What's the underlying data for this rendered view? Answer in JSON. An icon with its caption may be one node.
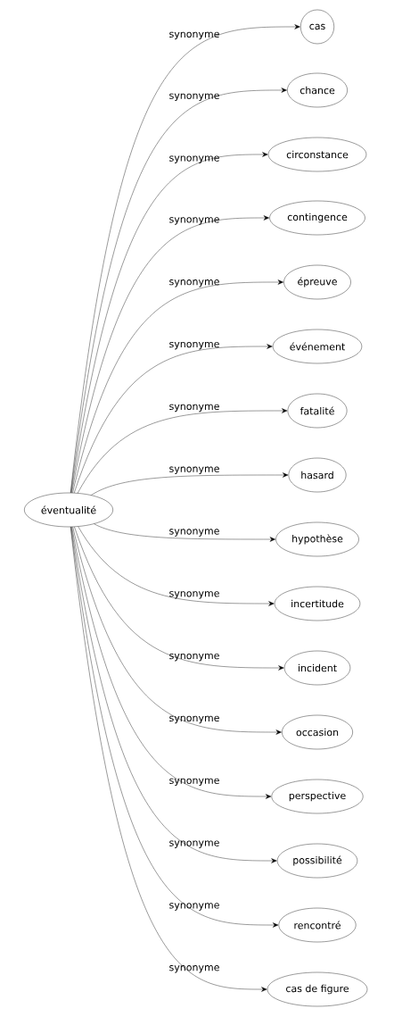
{
  "diagram": {
    "nodes": [
      {
        "text": [
          "éventualité"
        ]
      },
      {
        "text": [
          "cas"
        ]
      },
      {
        "text": [
          "chance"
        ]
      },
      {
        "text": [
          "circonstance"
        ]
      },
      {
        "text": [
          "contingence"
        ]
      },
      {
        "text": [
          "épreuve"
        ]
      },
      {
        "text": [
          "événement"
        ]
      },
      {
        "text": [
          "fatalité"
        ]
      },
      {
        "text": [
          "hasard"
        ]
      },
      {
        "text": [
          "hypothèse"
        ]
      },
      {
        "text": [
          "incertitude"
        ]
      },
      {
        "text": [
          "incident"
        ]
      },
      {
        "text": [
          "occasion"
        ]
      },
      {
        "text": [
          "perspective"
        ]
      },
      {
        "text": [
          "possibilité"
        ]
      },
      {
        "text": [
          "rencontré"
        ]
      },
      {
        "text": [
          "cas de figure"
        ]
      }
    ],
    "edges": [
      {
        "from": 0,
        "to": 1,
        "arrow": "to",
        "label": "synonyme"
      },
      {
        "from": 0,
        "to": 2,
        "arrow": "to",
        "label": "synonyme"
      },
      {
        "from": 0,
        "to": 3,
        "arrow": "to",
        "label": "synonyme"
      },
      {
        "from": 0,
        "to": 4,
        "arrow": "to",
        "label": "synonyme"
      },
      {
        "from": 0,
        "to": 5,
        "arrow": "to",
        "label": "synonyme"
      },
      {
        "from": 0,
        "to": 6,
        "arrow": "to",
        "label": "synonyme"
      },
      {
        "from": 0,
        "to": 7,
        "arrow": "to",
        "label": "synonyme"
      },
      {
        "from": 0,
        "to": 8,
        "arrow": "to",
        "label": "synonyme"
      },
      {
        "from": 0,
        "to": 9,
        "arrow": "to",
        "label": "synonyme"
      },
      {
        "from": 0,
        "to": 10,
        "arrow": "to",
        "label": "synonyme"
      },
      {
        "from": 0,
        "to": 11,
        "arrow": "to",
        "label": "synonyme"
      },
      {
        "from": 0,
        "to": 12,
        "arrow": "to",
        "label": "synonyme"
      },
      {
        "from": 0,
        "to": 13,
        "arrow": "to",
        "label": "synonyme"
      },
      {
        "from": 0,
        "to": 14,
        "arrow": "to",
        "label": "synonyme"
      },
      {
        "from": 0,
        "to": 15,
        "arrow": "to",
        "label": "synonyme"
      },
      {
        "from": 0,
        "to": 16,
        "arrow": "to",
        "label": "synonyme"
      }
    ]
  }
}
